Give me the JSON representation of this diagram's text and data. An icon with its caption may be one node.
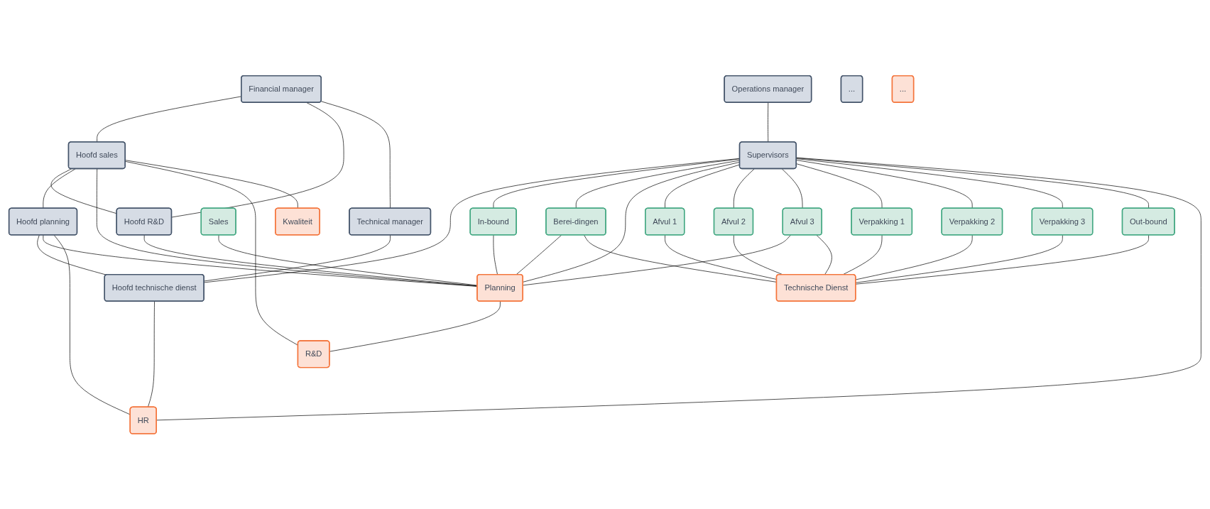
{
  "diagram": {
    "nodes": [
      {
        "text": [
          "Financial manager"
        ]
      },
      {
        "text": [
          "Operations manager"
        ]
      },
      {
        "text": [
          "Technical manager"
        ]
      },
      {
        "text": [
          "Hoofd sales"
        ]
      },
      {
        "text": [
          "Hoofd R&D"
        ]
      },
      {
        "text": [
          "Hoofd planning"
        ]
      },
      {
        "text": [
          "Supervisors"
        ]
      },
      {
        "text": [
          "Hoofd technische dienst"
        ]
      },
      {
        "text": [
          "..."
        ]
      },
      {
        "text": [
          "Sales"
        ]
      },
      {
        "text": [
          "In-bound"
        ]
      },
      {
        "text": [
          "Berei-dingen"
        ]
      },
      {
        "text": [
          "Afvul 1"
        ]
      },
      {
        "text": [
          "Afvul 2"
        ]
      },
      {
        "text": [
          "Afvul 3"
        ]
      },
      {
        "text": [
          "Verpakking 1"
        ]
      },
      {
        "text": [
          "Verpakking 2"
        ]
      },
      {
        "text": [
          "Verpakking 3"
        ]
      },
      {
        "text": [
          "Out-bound"
        ]
      },
      {
        "text": [
          "Planning"
        ]
      },
      {
        "text": [
          "R&D"
        ]
      },
      {
        "text": [
          "Kwaliteit"
        ]
      },
      {
        "text": [
          "Technische Dienst"
        ]
      },
      {
        "text": [
          "HR"
        ]
      },
      {
        "text": [
          "..."
        ]
      }
    ],
    "edges": [
      {
        "from": 0,
        "to": 3,
        "arrow": "none"
      },
      {
        "from": 0,
        "to": 4,
        "arrow": "none"
      },
      {
        "from": 0,
        "to": 2,
        "arrow": "none"
      },
      {
        "from": 1,
        "to": 6,
        "arrow": "none"
      },
      {
        "from": 2,
        "to": 7,
        "arrow": "none"
      },
      {
        "from": 3,
        "to": 4,
        "arrow": "none"
      },
      {
        "from": 3,
        "to": 5,
        "arrow": "none"
      },
      {
        "from": 5,
        "to": 7,
        "arrow": "none"
      },
      {
        "from": 3,
        "to": 19,
        "arrow": "none"
      },
      {
        "from": 3,
        "to": 20,
        "arrow": "none"
      },
      {
        "from": 3,
        "to": 21,
        "arrow": "none"
      },
      {
        "from": 4,
        "to": 19,
        "arrow": "none"
      },
      {
        "from": 5,
        "to": 19,
        "arrow": "none"
      },
      {
        "from": 5,
        "to": 23,
        "arrow": "none"
      },
      {
        "from": 6,
        "to": 7,
        "arrow": "none"
      },
      {
        "from": 6,
        "to": 10,
        "arrow": "none"
      },
      {
        "from": 6,
        "to": 11,
        "arrow": "none"
      },
      {
        "from": 6,
        "to": 19,
        "arrow": "none"
      },
      {
        "from": 6,
        "to": 12,
        "arrow": "none"
      },
      {
        "from": 6,
        "to": 13,
        "arrow": "none"
      },
      {
        "from": 6,
        "to": 14,
        "arrow": "none"
      },
      {
        "from": 6,
        "to": 15,
        "arrow": "none"
      },
      {
        "from": 6,
        "to": 16,
        "arrow": "none"
      },
      {
        "from": 6,
        "to": 17,
        "arrow": "none"
      },
      {
        "from": 6,
        "to": 18,
        "arrow": "none"
      },
      {
        "from": 6,
        "to": 23,
        "arrow": "none"
      },
      {
        "from": 7,
        "to": 23,
        "arrow": "none"
      },
      {
        "from": 9,
        "to": 19,
        "arrow": "none"
      },
      {
        "from": 10,
        "to": 19,
        "arrow": "none"
      },
      {
        "from": 11,
        "to": 19,
        "arrow": "none"
      },
      {
        "from": 11,
        "to": 22,
        "arrow": "none"
      },
      {
        "from": 14,
        "to": 19,
        "arrow": "none"
      },
      {
        "from": 12,
        "to": 22,
        "arrow": "none"
      },
      {
        "from": 13,
        "to": 22,
        "arrow": "none"
      },
      {
        "from": 14,
        "to": 22,
        "arrow": "none"
      },
      {
        "from": 15,
        "to": 22,
        "arrow": "none"
      },
      {
        "from": 16,
        "to": 22,
        "arrow": "none"
      },
      {
        "from": 17,
        "to": 22,
        "arrow": "none"
      },
      {
        "from": 18,
        "to": 22,
        "arrow": "none"
      },
      {
        "from": 19,
        "to": 20,
        "arrow": "none"
      }
    ]
  }
}
